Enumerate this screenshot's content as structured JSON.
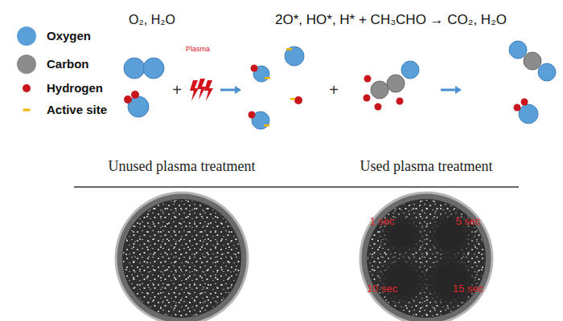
{
  "diagram": {
    "labels": [
      "O₂, H₂O",
      "Plasma",
      "2O*, HO*, H* + CH₃CHO → CO₂, H₂O",
      "+",
      "+",
      "Unused plasma treatment",
      "Used plasma treatment",
      "1 sec",
      "5 sec",
      "10 sec",
      "15 sec"
    ],
    "legend": [
      {
        "text": "Oxygen",
        "color": "#5b9fd9"
      },
      {
        "text": "Carbon",
        "color": "#8c8c8c"
      },
      {
        "text": "Hydrogen",
        "color": "#c8161d"
      },
      {
        "text": "Active site",
        "color": "#f2b600"
      }
    ]
  }
}
